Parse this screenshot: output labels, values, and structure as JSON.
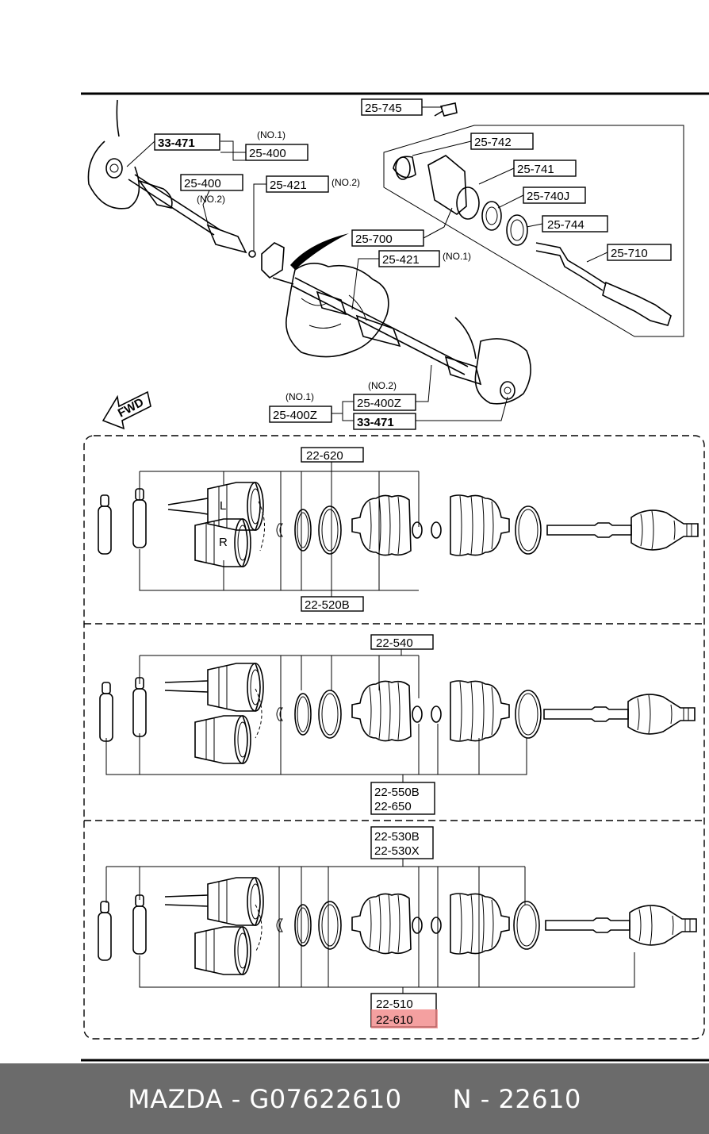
{
  "labels": {
    "l_25_745": "25-745",
    "l_33_471_top": "33-471",
    "l_no1_a": "(NO.1)",
    "l_25_400_a": "25-400",
    "l_25_742": "25-742",
    "l_25_741": "25-741",
    "l_25_400_b": "25-400",
    "l_no2_a": "(NO.2)",
    "l_25_421_a": "25-421",
    "l_no2_b": "(NO.2)",
    "l_25_740j": "25-740J",
    "l_25_744": "25-744",
    "l_25_700": "25-700",
    "l_25_710": "25-710",
    "l_25_421_b": "25-421",
    "l_no1_b": "(NO.1)",
    "l_fwd": "FWD",
    "l_no2_c": "(NO.2)",
    "l_no1_c": "(NO.1)",
    "l_25_400z_a": "25-400Z",
    "l_25_400z_b": "25-400Z",
    "l_33_471_bot": "33-471",
    "l_22_620": "22-620",
    "l_22_520b": "22-520B",
    "l_22_540": "22-540",
    "l_22_550b": "22-550B",
    "l_22_650": "22-650",
    "l_22_530b": "22-530B",
    "l_22_530x": "22-530X",
    "l_22_510": "22-510",
    "l_22_610": "22-610",
    "l_L": "L",
    "l_R": "R"
  },
  "highlight_color": "#f08080",
  "footer": {
    "text": "MAZDA - G07622610      N - 22610"
  }
}
